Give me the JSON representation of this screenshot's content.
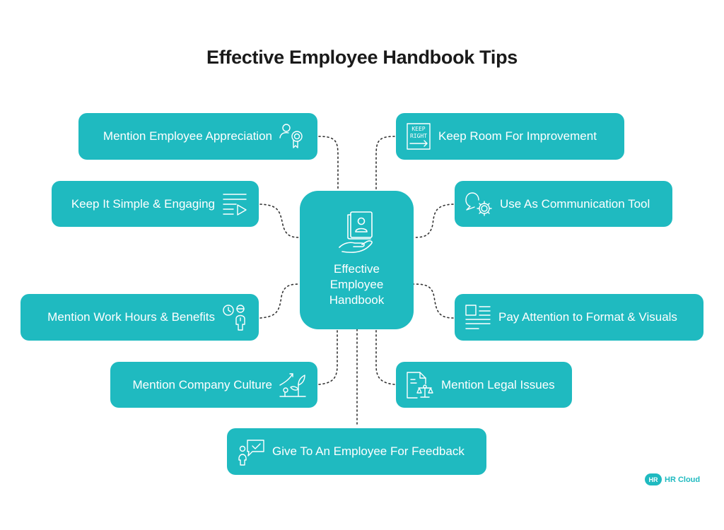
{
  "title": "Effective Employee Handbook Tips",
  "center": {
    "line1": "Effective",
    "line2": "Employee",
    "line3": "Handbook",
    "icon": "handbook-in-hand-icon"
  },
  "tips": {
    "appreciation": {
      "label": "Mention Employee Appreciation",
      "icon": "employee-award-icon"
    },
    "simple": {
      "label": "Keep It Simple & Engaging",
      "icon": "text-play-icon"
    },
    "work_hours": {
      "label": "Mention Work Hours & Benefits",
      "icon": "clock-person-icon"
    },
    "culture": {
      "label": "Mention Company Culture",
      "icon": "growth-plant-icon"
    },
    "feedback": {
      "label": "Give To An Employee For Feedback",
      "icon": "person-chat-check-icon"
    },
    "improvement": {
      "label": "Keep Room For Improvement",
      "icon": "keep-right-sign-icon",
      "sign_line1": "KEEP",
      "sign_line2": "RIGHT"
    },
    "communication": {
      "label": "Use As Communication Tool",
      "icon": "chat-gear-icon"
    },
    "format": {
      "label": "Pay Attention to Format & Visuals",
      "icon": "document-layout-icon"
    },
    "legal": {
      "label": "Mention Legal Issues",
      "icon": "document-scales-icon"
    }
  },
  "logo": {
    "badge": "HR",
    "brand": "HR Cloud"
  },
  "colors": {
    "accent": "#1fbac0",
    "title": "#1a1a1a",
    "connector": "#333333",
    "background": "#ffffff"
  }
}
